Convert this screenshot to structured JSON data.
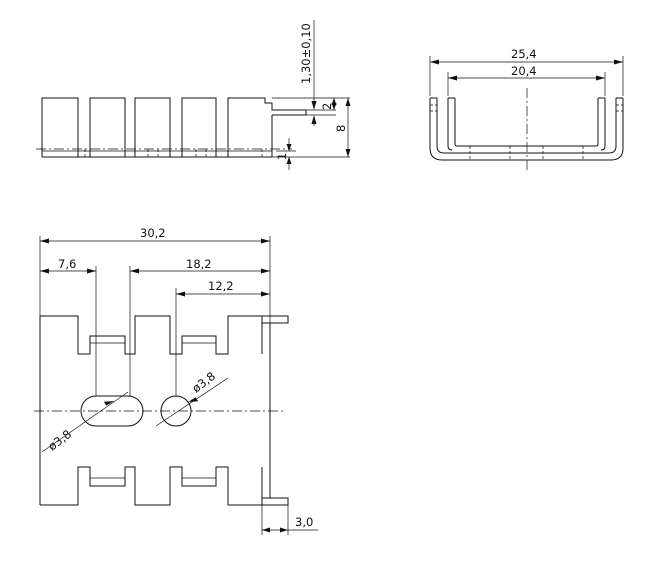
{
  "drawing": {
    "front_view": {
      "dim_tolerance": "1,30±0,10",
      "dim_tab": "2",
      "dim_height": "8",
      "dim_base": "1"
    },
    "side_view": {
      "dim_outer_width": "25,4",
      "dim_inner_width": "20,4"
    },
    "top_view": {
      "dim_overall_length": "30,2",
      "dim_slot_offset": "7,6",
      "dim_span_18": "18,2",
      "dim_span_12": "12,2",
      "dim_slot_dia": "ø3,8",
      "dim_hole_dia": "ø3,8",
      "dim_flange": "3,0"
    }
  }
}
